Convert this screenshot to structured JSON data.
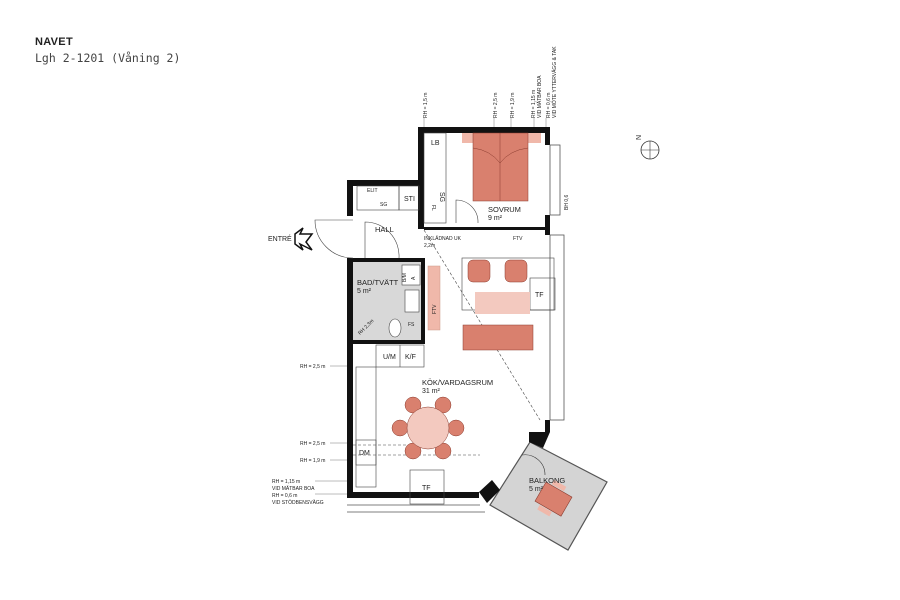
{
  "header": {
    "project": "NAVET",
    "apartment": "Lgh 2-1201 (Våning 2)"
  },
  "colors": {
    "furniture": "#d9806e",
    "furniture_light": "#f0b8aa",
    "rug": "#f3c9bf",
    "tile": "#d8d8d8",
    "balcony": "#d4d4d4",
    "wall": "#111111"
  },
  "rooms": {
    "bedroom": {
      "name": "SOVRUM",
      "area": "9 m²"
    },
    "hall": {
      "name": "HALL"
    },
    "bath": {
      "name": "BAD/TVÄTT",
      "area": "5 m²"
    },
    "living": {
      "name": "KÖK/VARDAGSRUM",
      "area": "31 m²"
    },
    "balcony": {
      "name": "BALKONG",
      "area": "5 m²"
    }
  },
  "fixtures": {
    "lb": "LB",
    "sg": "SG",
    "fl": "FL",
    "elit": "ELIT",
    "sg2": "SG",
    "sti": "STI",
    "ftv": "FTV",
    "ftv2": "FTV",
    "tf": "TF",
    "tf2": "TF",
    "um": "U/M",
    "kf": "K/F",
    "dm": "DM",
    "fs": "FS",
    "a": "A",
    "bm": "B/M",
    "rh_bath": "RH 2,3m",
    "inkladnad": "INKLÄDNAD UK",
    "inkladnad_h": "2,2m"
  },
  "entrance": {
    "label": "ENTRÉ",
    "icon": "entrance-arrow-icon"
  },
  "compass": {
    "icon": "north-arrow-icon",
    "label": "N"
  },
  "bh": "BH 0,6",
  "top_heights": [
    "RH = 1,5 m",
    "RH = 2,5 m",
    "RH = 1,9 m",
    "RH = 1,15 m",
    "VID MÄTBAR BOA",
    "RH = 0,6 m",
    "VID MÖTE YTTERVÄGG & TAK"
  ],
  "left_heights": [
    "RH = 2,5 m",
    "RH = 2,5 m",
    "RH = 1,9 m",
    "RH = 1,15 m",
    "VID MÄTBAR BOA",
    "RH = 0,6 m",
    "VID STÖDBENSVÄGG"
  ]
}
